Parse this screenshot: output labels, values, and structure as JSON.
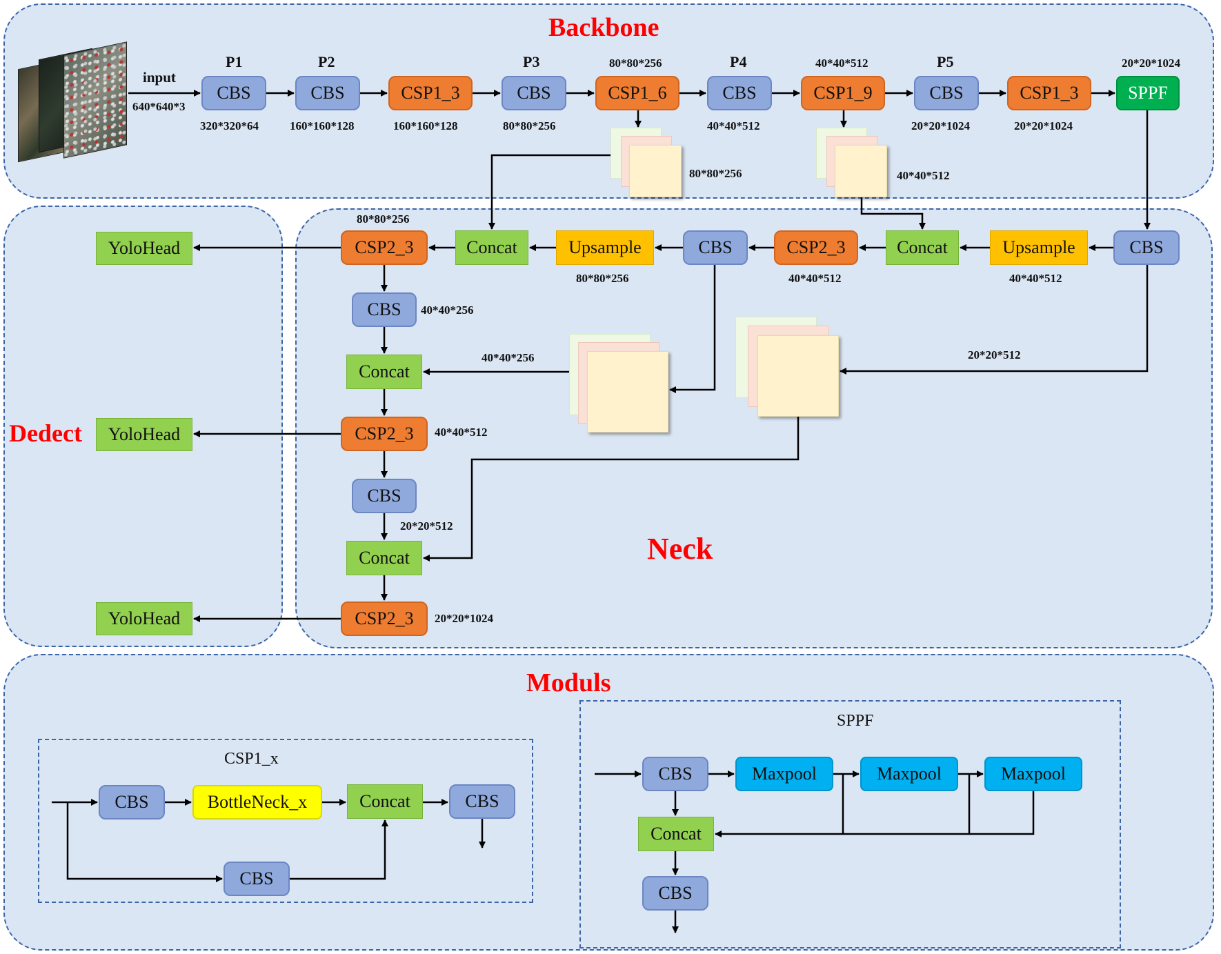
{
  "titles": {
    "backbone": "Backbone",
    "neck": "Neck",
    "detect": "Dedect",
    "modules": "Moduls"
  },
  "backbone": {
    "input_label": "input",
    "input_size": "640*640*3",
    "stage_labels": [
      "P1",
      "P2",
      "P3",
      "P4",
      "P5"
    ],
    "nodes": [
      "CBS",
      "CBS",
      "CSP1_3",
      "CBS",
      "CSP1_6",
      "CBS",
      "CSP1_9",
      "CBS",
      "CSP1_3",
      "SPPF"
    ],
    "sizes_below": [
      "320*320*64",
      "160*160*128",
      "160*160*128",
      "80*80*256",
      "40*40*512",
      "20*20*1024",
      "20*20*1024"
    ],
    "sizes_above": [
      "80*80*256",
      "40*40*512",
      "20*20*1024"
    ],
    "branch_sizes": [
      "80*80*256",
      "40*40*512"
    ]
  },
  "neck": {
    "top_row": [
      "CSP2_3",
      "Concat",
      "Upsample",
      "CBS",
      "CSP2_3",
      "Concat",
      "Upsample",
      "CBS"
    ],
    "top_sizes": [
      "80*80*256",
      "80*80*256",
      "40*40*512",
      "40*40*512"
    ],
    "column": [
      "CBS",
      "Concat",
      "CSP2_3",
      "CBS",
      "Concat",
      "CSP2_3"
    ],
    "column_sizes": [
      "40*40*256",
      "40*40*512",
      "20*20*512",
      "20*20*1024"
    ],
    "branch_sizes": [
      "40*40*256",
      "20*20*512"
    ]
  },
  "detect": {
    "heads": [
      "YoloHead",
      "YoloHead",
      "YoloHead"
    ]
  },
  "modules": {
    "csp1x": {
      "title": "CSP1_x",
      "cbs_a": "CBS",
      "bottleneck": "BottleNeck_x",
      "concat": "Concat",
      "cbs_b": "CBS",
      "cbs_c": "CBS"
    },
    "sppf": {
      "title": "SPPF",
      "cbs_a": "CBS",
      "maxpool": [
        "Maxpool",
        "Maxpool",
        "Maxpool"
      ],
      "concat": "Concat",
      "cbs_b": "CBS"
    }
  },
  "colors": {
    "cbs": "#8fa9dc",
    "csp": "#ef7d31",
    "concat": "#92d050",
    "upsample": "#ffc000",
    "sppf": "#00b050",
    "bottleneck": "#ffff00",
    "maxpool": "#00b0f0",
    "title": "#ff0000",
    "panel": "#dbe6f4"
  }
}
